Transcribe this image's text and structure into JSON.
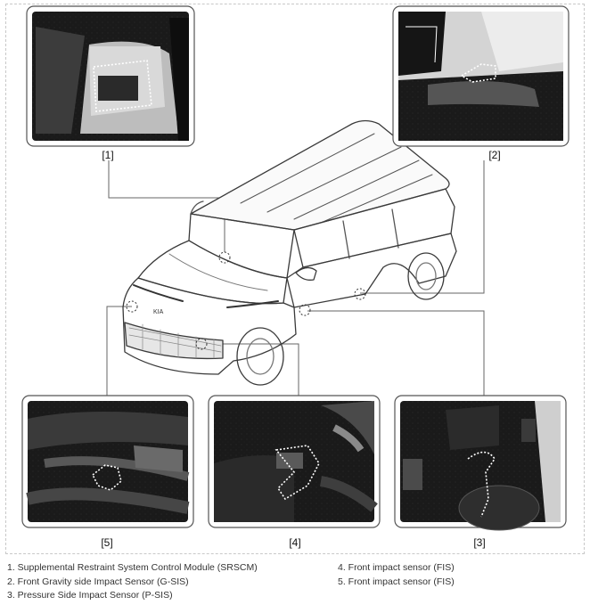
{
  "panels": [
    {
      "id": "1",
      "label": "[1]"
    },
    {
      "id": "2",
      "label": "[2]"
    },
    {
      "id": "3",
      "label": "[3]"
    },
    {
      "id": "4",
      "label": "[4]"
    },
    {
      "id": "5",
      "label": "[5]"
    }
  ],
  "legend": {
    "left": [
      "1. Supplemental Restraint System Control Module (SRSCM)",
      "2. Front Gravity side Impact Sensor (G-SIS)",
      "3. Pressure Side Impact Sensor (P-SIS)"
    ],
    "right": [
      "4. Front impact sensor (FIS)",
      "5. Front impact sensor (FIS)"
    ]
  },
  "colors": {
    "photo_dark": "#141414",
    "leader_line": "#666666",
    "car_outline": "#3a3a3a",
    "highlight": "#ffffff"
  }
}
